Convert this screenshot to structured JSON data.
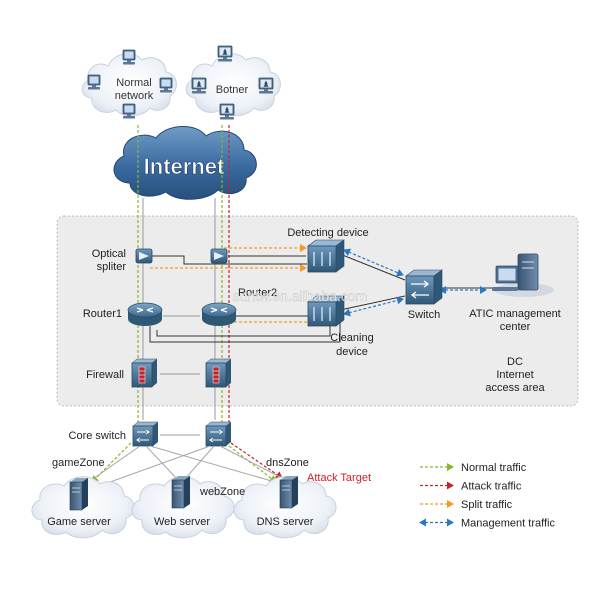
{
  "clouds": {
    "normal_network": {
      "line1": "Normal",
      "line2": "network"
    },
    "botnet": "Botner",
    "internet": "Internet",
    "game_server": "Game server",
    "web_server": "Web server",
    "dns_server": "DNS server"
  },
  "devices": {
    "optical_splitter": {
      "line1": "Optical",
      "line2": "spliter"
    },
    "detecting_device": "Detecting device",
    "router1": "Router1",
    "router2": "Router2",
    "cleaning_device": {
      "line1": "Cleaning",
      "line2": "device"
    },
    "switch": "Switch",
    "atic": {
      "line1": "ATIC management",
      "line2": "center"
    },
    "firewall": "Firewall",
    "core_switch": "Core switch"
  },
  "area_label": {
    "line1": "DC",
    "line2": "Internet",
    "line3": "access area"
  },
  "zones": {
    "game": "gameZone",
    "web": "webZone",
    "dns": "dnsZone"
  },
  "attack_target": "Attack Target",
  "watermark": "sdntw.en.alibaba.com",
  "legend": [
    {
      "label": "Normal traffic",
      "color": "#8ab825",
      "arrow": "single"
    },
    {
      "label": "Attack traffic",
      "color": "#c0272d",
      "arrow": "single"
    },
    {
      "label": "Split traffic",
      "color": "#f39c2c",
      "arrow": "single"
    },
    {
      "label": "Management traffic",
      "color": "#2a78c4",
      "arrow": "double"
    }
  ],
  "colors": {
    "normal": "#8ab825",
    "attack": "#c0272d",
    "split": "#f39c2c",
    "management": "#2a78c4",
    "device": "#3a6a8c",
    "attack_target_text": "#d0202a"
  }
}
